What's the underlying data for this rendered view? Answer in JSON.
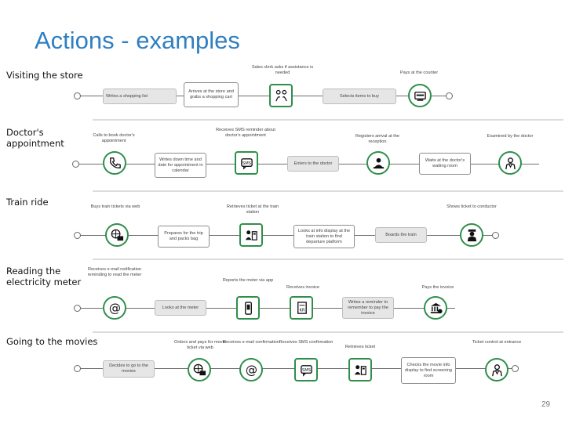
{
  "title": "Actions - examples",
  "page_number": "29",
  "lanes": {
    "store": {
      "label": "Visiting the store",
      "steps": {
        "s1": "Writes a shopping list",
        "s2": "Arrives at the store and grabs a shopping cart",
        "s3": "Selects items to buy"
      },
      "captions": {
        "c1": "Sales clerk asks if assistance is needed",
        "c2": "Pays at the counter"
      },
      "icons": [
        "people-icon",
        "card-payment-icon"
      ]
    },
    "doctor": {
      "label": "Doctor's appointment",
      "steps": {
        "s1": "Writes down time and date for appointment in calendar",
        "s2": "Enters to the doctor",
        "s3": "Waits at the doctor's waiting room"
      },
      "captions": {
        "c1": "Calls to book doctor's appointment",
        "c2": "Receives SMS reminder about doctor's appointment",
        "c3": "Registers arrival at the reception",
        "c4": "Examined by the doctor"
      },
      "icons": [
        "phone-icon",
        "sms-icon",
        "receptionist-icon",
        "doctor-icon"
      ]
    },
    "train": {
      "label": "Train ride",
      "steps": {
        "s1": "Prepares for the trip and packs bag",
        "s2": "Looks at info display at the train station to find departure platform",
        "s3": "Boards the train"
      },
      "captions": {
        "c1": "Buys train tickets via web",
        "c2": "Retrieves ticket at the train station",
        "c3": "Shows ticket to conductor"
      },
      "icons": [
        "web-ticket-icon",
        "ticket-machine-icon",
        "conductor-icon"
      ]
    },
    "electricity": {
      "label": "Reading the electricity meter",
      "steps": {
        "s1": "Looks at the meter",
        "s2": "Writes a reminder to remember to pay the invoice"
      },
      "captions": {
        "c1": "Receives e-mail notification reminding to read the meter",
        "c2": "Reports the meter via app",
        "c3": "Receives invoice",
        "c4": "Pays the invoice"
      },
      "icons": [
        "email-icon",
        "mobile-app-icon",
        "invoice-icon",
        "bank-icon"
      ]
    },
    "movies": {
      "label": "Going to the movies",
      "steps": {
        "s1": "Decides to go to the movies",
        "s2": "Checks the movie info display to find screening room"
      },
      "captions": {
        "c1": "Orders and pays for movie ticket via web",
        "c2": "Receives e-mail confirmation",
        "c3": "Receives SMS confirmation",
        "c4": "Retrieves ticket",
        "c5": "Ticket control at entrance"
      },
      "icons": [
        "web-ticket-icon",
        "email-icon",
        "sms-icon",
        "ticket-machine-icon",
        "ticket-control-icon"
      ]
    }
  },
  "colors": {
    "title": "#2f7fc1",
    "icon_border": "#2e8f4a",
    "line": "#6e6e6e",
    "step_fill": "#e6e6e6"
  }
}
